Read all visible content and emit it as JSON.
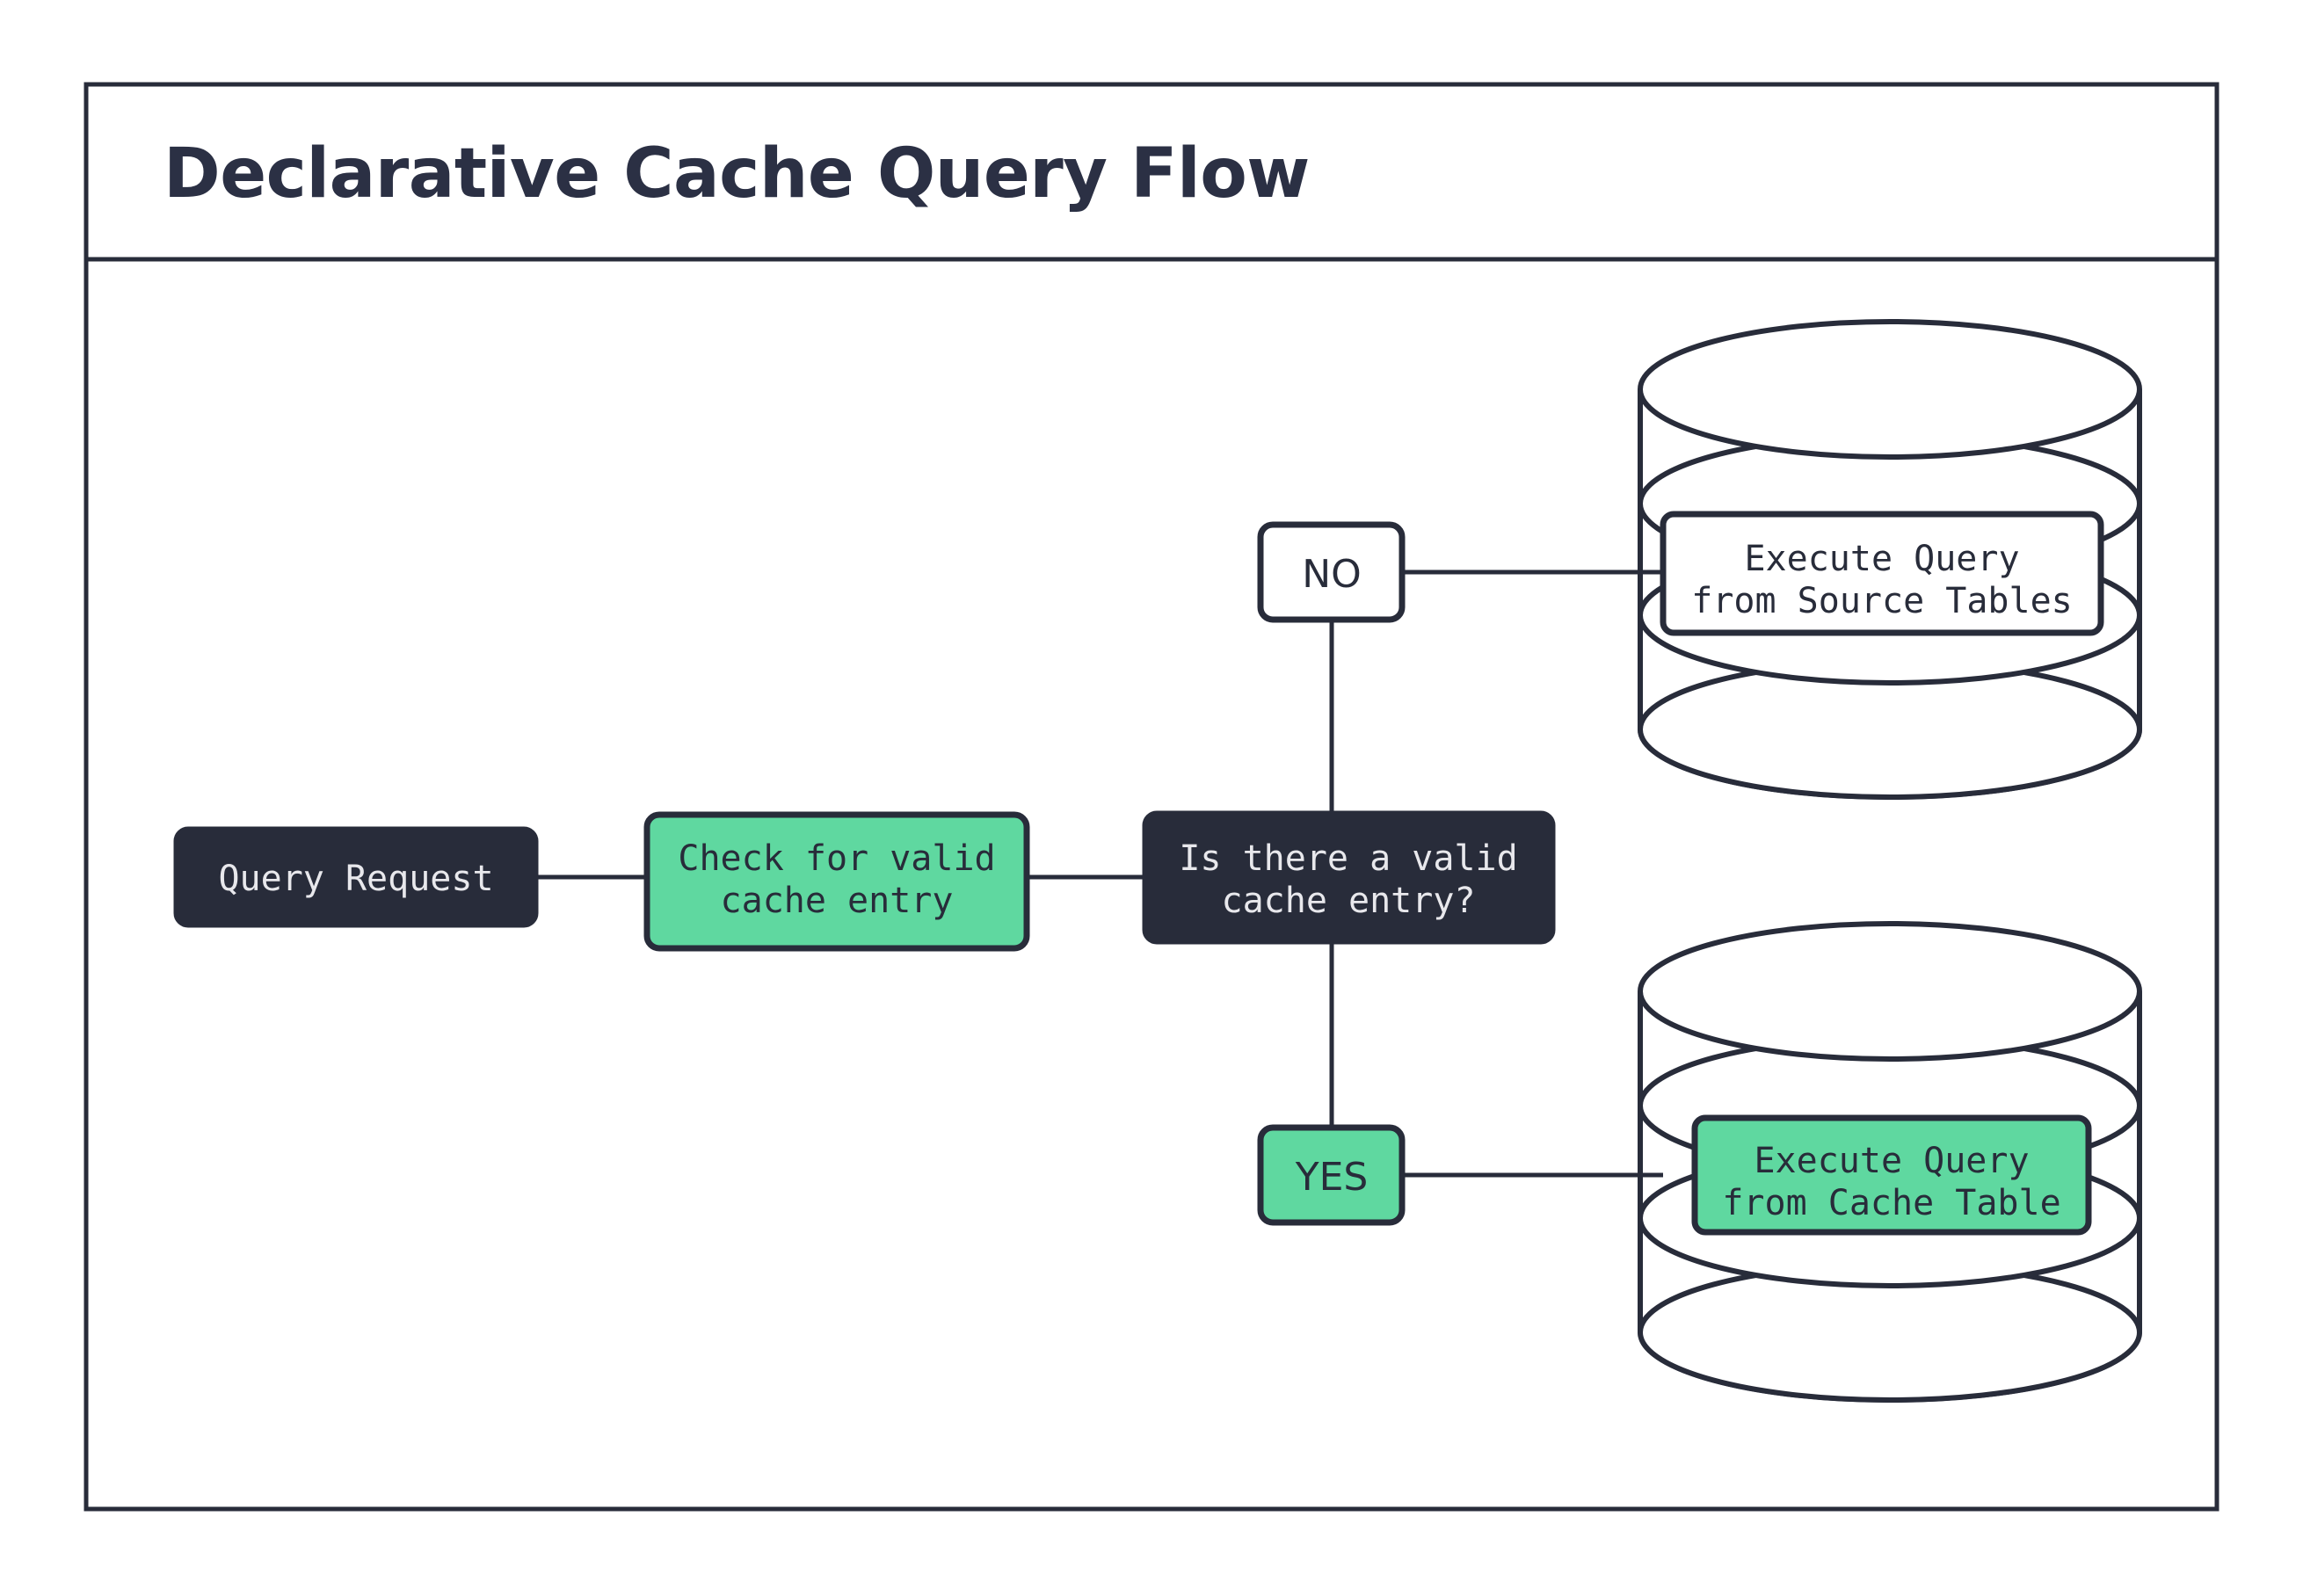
{
  "header": {
    "title": "Declarative Cache Query Flow"
  },
  "colors": {
    "ink": "#282C3A",
    "green": "#5FD8A0",
    "light_text": "#E8E8EC",
    "white": "#FFFFFF",
    "background": "#FFFFFF"
  },
  "flow": {
    "nodes": [
      {
        "id": "query-request",
        "label": "Query Request",
        "shape": "rounded-rect",
        "style": "dark"
      },
      {
        "id": "check-cache",
        "label_line1": "Check for valid",
        "label_line2": "cache entry",
        "shape": "rounded-rect",
        "style": "green"
      },
      {
        "id": "decision-valid-cache",
        "label_line1": "Is there a valid",
        "label_line2": "cache entry?",
        "shape": "rounded-rect",
        "style": "dark"
      }
    ],
    "branches": [
      {
        "id": "branch-no",
        "label": "NO",
        "style": "white",
        "direction": "up"
      },
      {
        "id": "branch-yes",
        "label": "YES",
        "style": "green",
        "direction": "down"
      }
    ],
    "databases": [
      {
        "id": "source-tables-db",
        "icon": "database-cylinder-icon",
        "label_line1": "Execute Query",
        "label_line2": "from Source Tables",
        "style": "white"
      },
      {
        "id": "cache-table-db",
        "icon": "database-cylinder-icon",
        "label_line1": "Execute Query",
        "label_line2": "from Cache Table",
        "style": "green"
      }
    ]
  }
}
